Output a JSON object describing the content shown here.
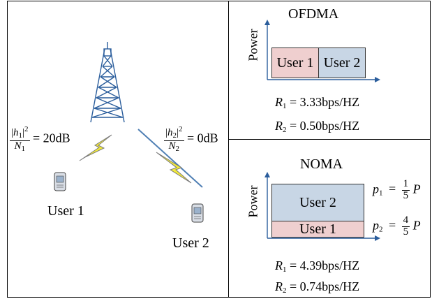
{
  "left": {
    "channel1": {
      "h": "h",
      "h_sub": "1",
      "exp": "2",
      "n": "N",
      "n_sub": "1",
      "value": "= 20dB"
    },
    "channel2": {
      "h": "h",
      "h_sub": "2",
      "exp": "2",
      "n": "N",
      "n_sub": "2",
      "value": "= 0dB"
    },
    "user1_label": "User 1",
    "user2_label": "User 2"
  },
  "ofdma": {
    "title": "OFDMA",
    "ylabel": "Power",
    "user1": "User 1",
    "user2": "User 2",
    "r1_sym": "R",
    "r1_sub": "1",
    "r1_val": "= 3.33bps/HZ",
    "r2_sym": "R",
    "r2_sub": "2",
    "r2_val": "= 0.50bps/HZ"
  },
  "noma": {
    "title": "NOMA",
    "ylabel": "Power",
    "user2": "User 2",
    "user1": "User 1",
    "p1_sym": "p",
    "p1_sub": "1",
    "p1_eq": "=",
    "p1_num": "1",
    "p1_den": "5",
    "p1_P": "P",
    "p2_sym": "p",
    "p2_sub": "2",
    "p2_eq": "=",
    "p2_num": "4",
    "p2_den": "5",
    "p2_P": "P",
    "r1_sym": "R",
    "r1_sub": "1",
    "r1_val": "= 4.39bps/HZ",
    "r2_sym": "R",
    "r2_sub": "2",
    "r2_val": "= 0.74bps/HZ"
  }
}
